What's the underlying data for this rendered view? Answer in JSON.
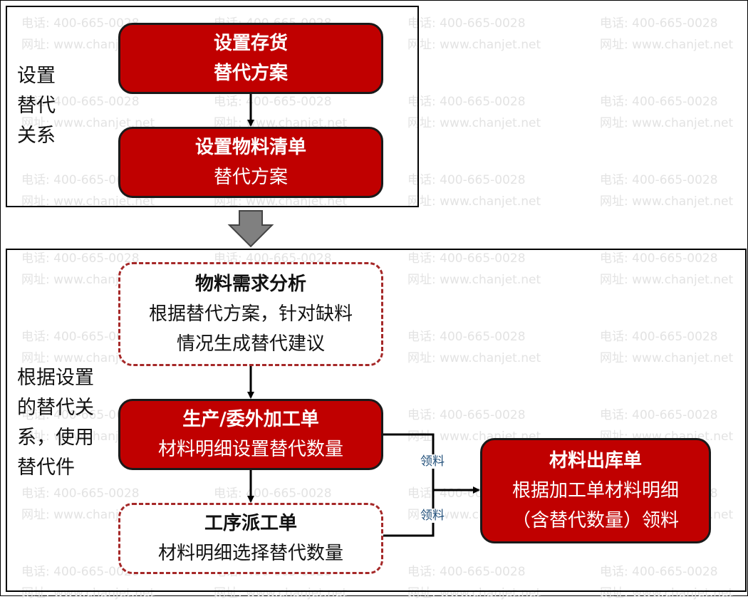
{
  "watermark": {
    "phone": "电话: 400-665-0028",
    "site": "网址: www.chanjet.net"
  },
  "top_section": {
    "side_label": "设置\n替代\n关系",
    "box1": {
      "line1": "设置存货",
      "line2": "替代方案"
    },
    "box2": {
      "line1": "设置物料清单",
      "line2": "替代方案"
    }
  },
  "bottom_section": {
    "side_label": "根据设置\n的替代关\n系，使用\n替代件",
    "mrp": {
      "title": "物料需求分析",
      "line1": "根据替代方案，针对缺料",
      "line2": "情况生成替代建议"
    },
    "order": {
      "title": "生产/委外加工单",
      "line1": "材料明细设置替代数量"
    },
    "dispatch": {
      "title": "工序派工单",
      "line1": "材料明细选择替代数量"
    },
    "issue": {
      "title": "材料出库单",
      "line1": "根据加工单材料明细",
      "line2": "（含替代数量）领料"
    },
    "edge_label_1": "领料",
    "edge_label_2": "领料"
  },
  "colors": {
    "box_fill": "#c00000",
    "dashed_border": "#a52828",
    "down_arrow": "#808080",
    "edge_label": "#1f4e79"
  }
}
